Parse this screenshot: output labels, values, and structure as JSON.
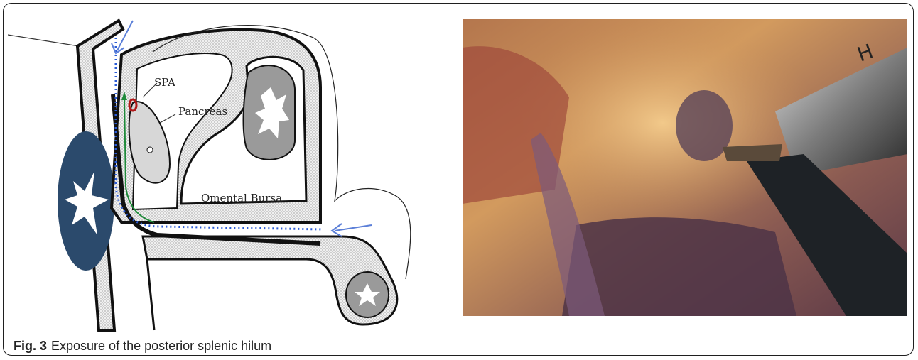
{
  "figure": {
    "caption_label": "Fig. 3",
    "caption_text": "Exposure of the posterior splenic hilum"
  },
  "diagram": {
    "labels": {
      "spa": "SPA",
      "pancreas": "Pancreas",
      "omental_bursa": "Omental Bursa"
    },
    "colors": {
      "outline": "#111111",
      "stipple_fill": "#e9e9e9",
      "organ_gray": "#9a9a9a",
      "pancreas_fill": "#d7d7d7",
      "kidney_blue": "#2b4a6c",
      "blue_dotted_path": "#2a5bd6",
      "green_path": "#1f8a3a",
      "artery_red": "#b01818",
      "arrow_blue": "#5b7fd8"
    }
  },
  "photo": {
    "description_icon": "laparoscopic-surgery-photo"
  }
}
